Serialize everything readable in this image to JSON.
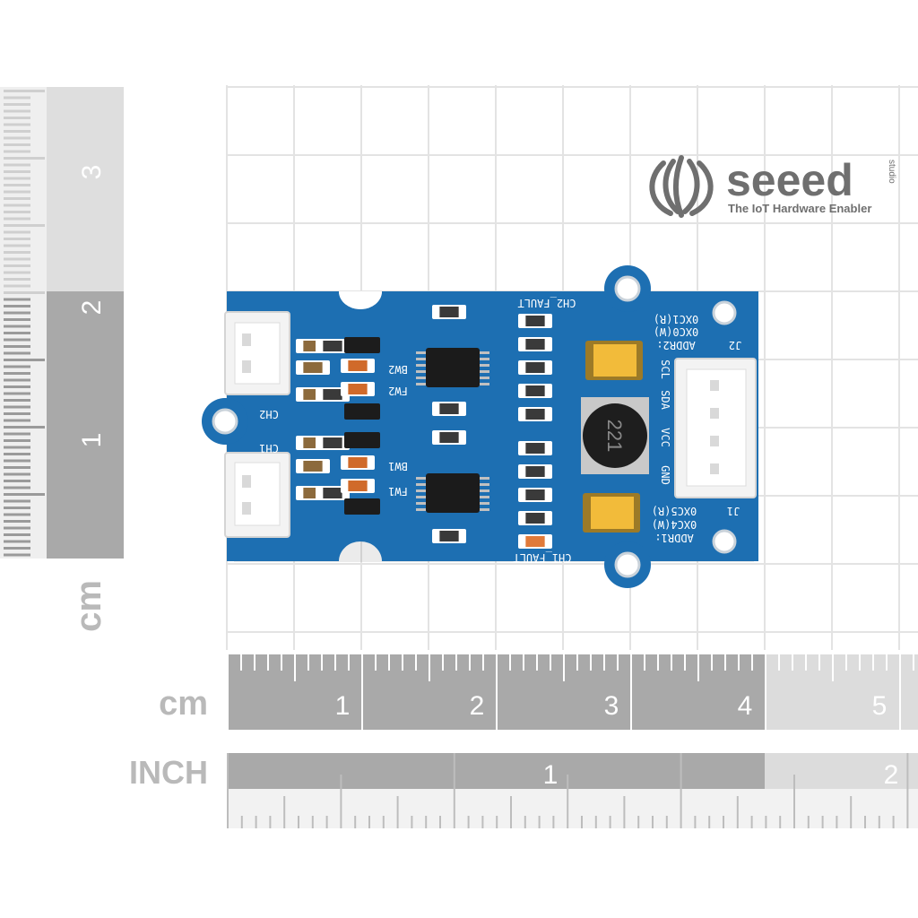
{
  "brand": {
    "name": "seeed",
    "studio": "studio",
    "tagline": "The IoT Hardware Enabler"
  },
  "vertical_ruler": {
    "unit": "cm",
    "labels": [
      "3",
      "2",
      "1"
    ]
  },
  "cm_ruler": {
    "unit": "cm",
    "labels": [
      "1",
      "2",
      "3",
      "4",
      "5"
    ]
  },
  "inch_ruler": {
    "unit": "INCH",
    "labels": [
      "1",
      "2"
    ]
  },
  "board": {
    "color": "#1d6fb2",
    "connectors": {
      "ch2": "CH2",
      "ch1": "CH1"
    },
    "silkscreen": {
      "ch2_fault": "CH2_FAULT",
      "ch1_fault": "CH1_FAULT",
      "bw2": "BW2",
      "fw2": "FW2",
      "bw1": "BW1",
      "fw1": "FW1",
      "j2": "J2",
      "addr2": "ADDR2:",
      "addr2_r": "0XC1(R)",
      "addr2_w": "0XC0(W)",
      "j1": "J1",
      "addr1": "ADDR1:",
      "addr1_w": "0XC4(W)",
      "addr1_r": "0XC5(R)",
      "scl": "SCL",
      "sda": "SDA",
      "vcc": "VCC",
      "gnd": "GND",
      "inductor": "221"
    }
  }
}
